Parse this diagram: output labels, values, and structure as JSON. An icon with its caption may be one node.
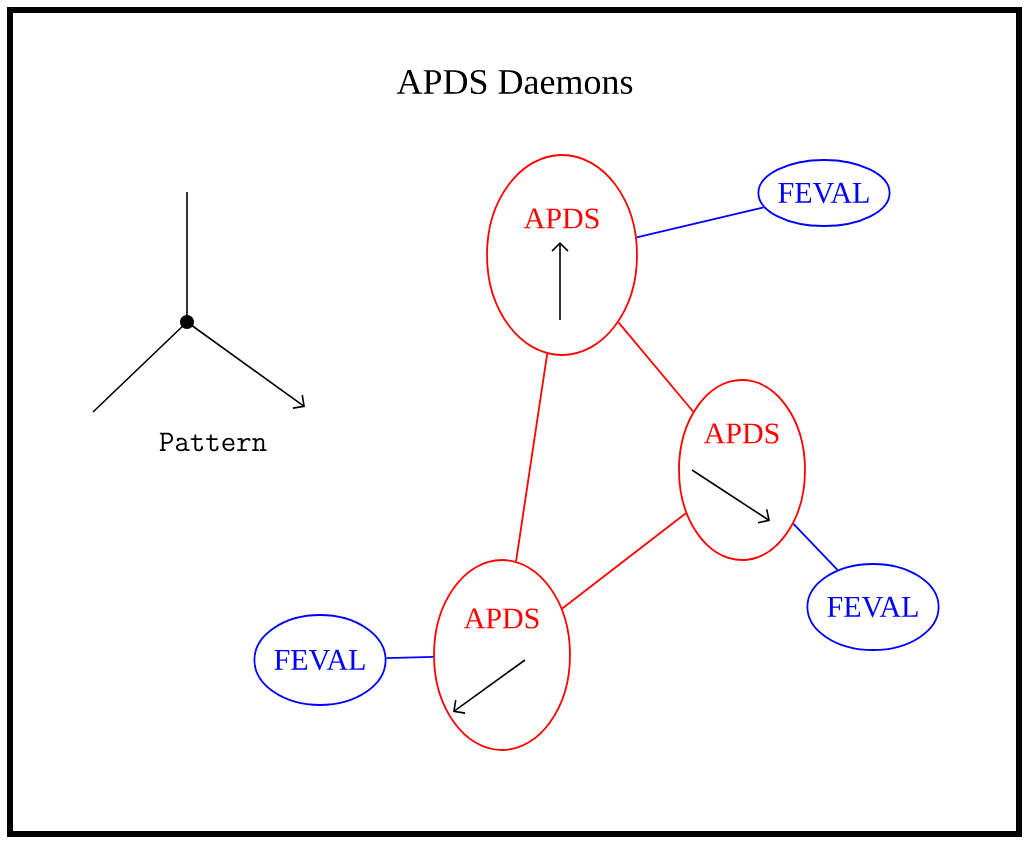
{
  "diagram": {
    "title": "APDS Daemons",
    "nodes": [
      {
        "text": [
          "APDS"
        ]
      },
      {
        "text": [
          "FEVAL"
        ]
      },
      {
        "text": [
          "APDS"
        ]
      },
      {
        "text": [
          "FEVAL"
        ]
      },
      {
        "text": [
          "APDS"
        ]
      },
      {
        "text": [
          "FEVAL"
        ]
      }
    ],
    "edges": [
      {
        "from": 0,
        "to": 1,
        "arrow": "none",
        "color": "#0000ff"
      },
      {
        "from": 0,
        "to": 2,
        "arrow": "none",
        "color": "#ff0000"
      },
      {
        "from": 0,
        "to": 4,
        "arrow": "none",
        "color": "#ff0000"
      },
      {
        "from": 2,
        "to": 4,
        "arrow": "none",
        "color": "#ff0000"
      },
      {
        "from": 2,
        "to": 3,
        "arrow": "none",
        "color": "#0000ff"
      },
      {
        "from": 4,
        "to": 5,
        "arrow": "none",
        "color": "#0000ff"
      }
    ],
    "labels": [
      "Pattern"
    ]
  }
}
